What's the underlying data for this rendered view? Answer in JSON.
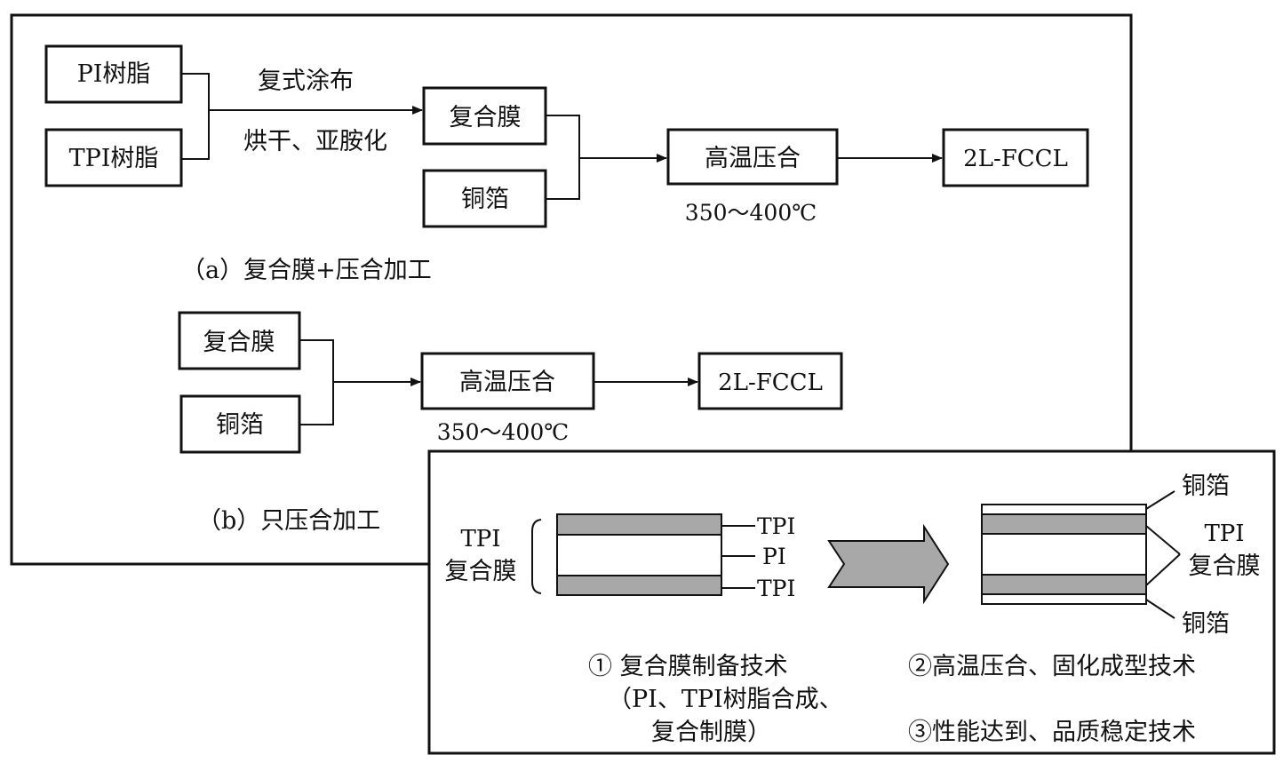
{
  "colors": {
    "line": "#111111",
    "film_layer": "#a8a8a8",
    "arrow_fill": "#a8a8a8",
    "background": "#ffffff"
  },
  "process_a": {
    "input1": "PI树脂",
    "input2": "TPI树脂",
    "step_label_top": "复式涂布",
    "step_label_bottom": "烘干、亚胺化",
    "composite_film": "复合膜",
    "copper_foil": "铜箔",
    "press": "高温压合",
    "temperature": "350～400℃",
    "output": "2L-FCCL",
    "caption": "（a）复合膜+压合加工"
  },
  "process_b": {
    "composite_film": "复合膜",
    "copper_foil": "铜箔",
    "press": "高温压合",
    "temperature": "350～400℃",
    "output": "2L-FCCL",
    "caption": "（b）只压合加工"
  },
  "structure": {
    "left_label_line1": "TPI",
    "left_label_line2": "复合膜",
    "layer_top": "TPI",
    "layer_mid": "PI",
    "layer_bottom": "TPI",
    "right_top": "铜箔",
    "right_mid_line1": "TPI",
    "right_mid_line2": "复合膜",
    "right_bottom": "铜箔",
    "tech1_line1": "① 复合膜制备技术",
    "tech1_line2": "（PI、TPI树脂合成、",
    "tech1_line3": "复合制膜）",
    "tech2": "②高温压合、固化成型技术",
    "tech3": "③性能达到、品质稳定技术"
  }
}
